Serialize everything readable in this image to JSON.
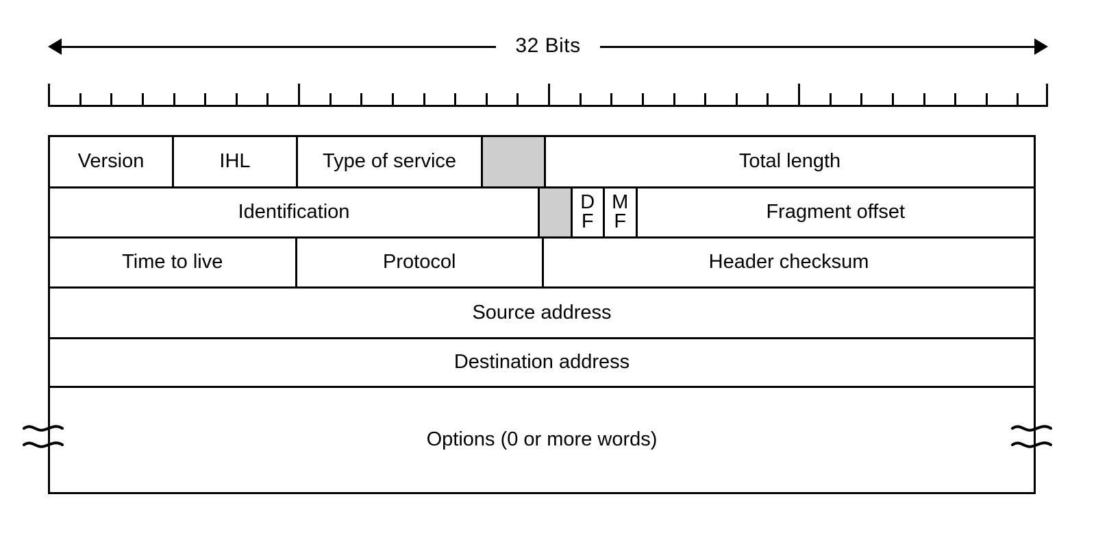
{
  "diagram": {
    "title_label": "32 Bits",
    "width_bits": 32,
    "gray_color": "#cfcfcf",
    "line_color": "#000000",
    "background": "#ffffff",
    "ruler": {
      "major_tick_bits": [
        0,
        8,
        16,
        24,
        32
      ],
      "minor_tick_bits": [
        1,
        2,
        3,
        4,
        5,
        6,
        7,
        9,
        10,
        11,
        12,
        13,
        14,
        15,
        17,
        18,
        19,
        20,
        21,
        22,
        23,
        25,
        26,
        27,
        28,
        29,
        30,
        31
      ]
    },
    "rows": [
      {
        "name": "row-1",
        "cells": [
          {
            "label": "Version",
            "bits": 4,
            "gray": false
          },
          {
            "label": "IHL",
            "bits": 4,
            "gray": false
          },
          {
            "label": "Type of service",
            "bits": 6,
            "gray": false
          },
          {
            "label": "",
            "bits": 2,
            "gray": true
          },
          {
            "label": "Total length",
            "bits": 16,
            "gray": false
          }
        ]
      },
      {
        "name": "row-2",
        "cells": [
          {
            "label": "Identification",
            "bits": 16,
            "gray": false
          },
          {
            "label": "",
            "bits": 1,
            "gray": true
          },
          {
            "label": "DF",
            "bits": 1,
            "gray": false
          },
          {
            "label": "MF",
            "bits": 1,
            "gray": false
          },
          {
            "label": "Fragment offset",
            "bits": 13,
            "gray": false
          }
        ]
      },
      {
        "name": "row-3",
        "cells": [
          {
            "label": "Time to live",
            "bits": 8,
            "gray": false
          },
          {
            "label": "Protocol",
            "bits": 8,
            "gray": false
          },
          {
            "label": "Header checksum",
            "bits": 16,
            "gray": false
          }
        ]
      },
      {
        "name": "row-4",
        "cells": [
          {
            "label": "Source address",
            "bits": 32,
            "gray": false
          }
        ]
      },
      {
        "name": "row-5",
        "cells": [
          {
            "label": "Destination address",
            "bits": 32,
            "gray": false
          }
        ]
      },
      {
        "name": "row-6",
        "cells": [
          {
            "label": "Options (0 or more words)",
            "bits": 32,
            "gray": false
          }
        ]
      }
    ],
    "flags": {
      "df_top": "D",
      "df_bottom": "F",
      "mf_top": "M",
      "mf_bottom": "F"
    },
    "break_symbol": "squiggle-break"
  }
}
